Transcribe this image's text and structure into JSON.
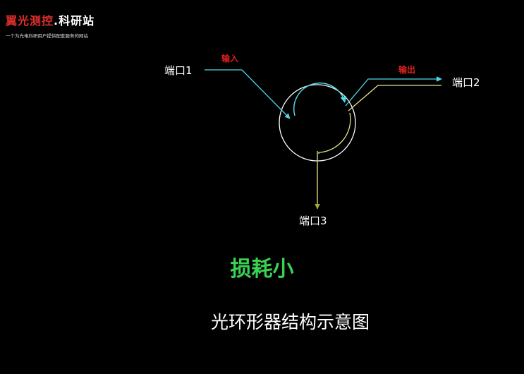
{
  "logo": {
    "name_part1": "翼光测控",
    "name_part2": ".科研站",
    "tagline": "一个为光电科研用户提供配套服务的网站"
  },
  "diagram": {
    "port1": "端口1",
    "port2": "端口2",
    "port3": "端口3",
    "input_label": "输入",
    "output_label": "输出"
  },
  "highlight": "损耗小",
  "caption": "光环形器结构示意图",
  "colors": {
    "cyan": "#4fd8e8",
    "yellow": "#e6e48a",
    "red": "#e02020",
    "green": "#39d353"
  }
}
